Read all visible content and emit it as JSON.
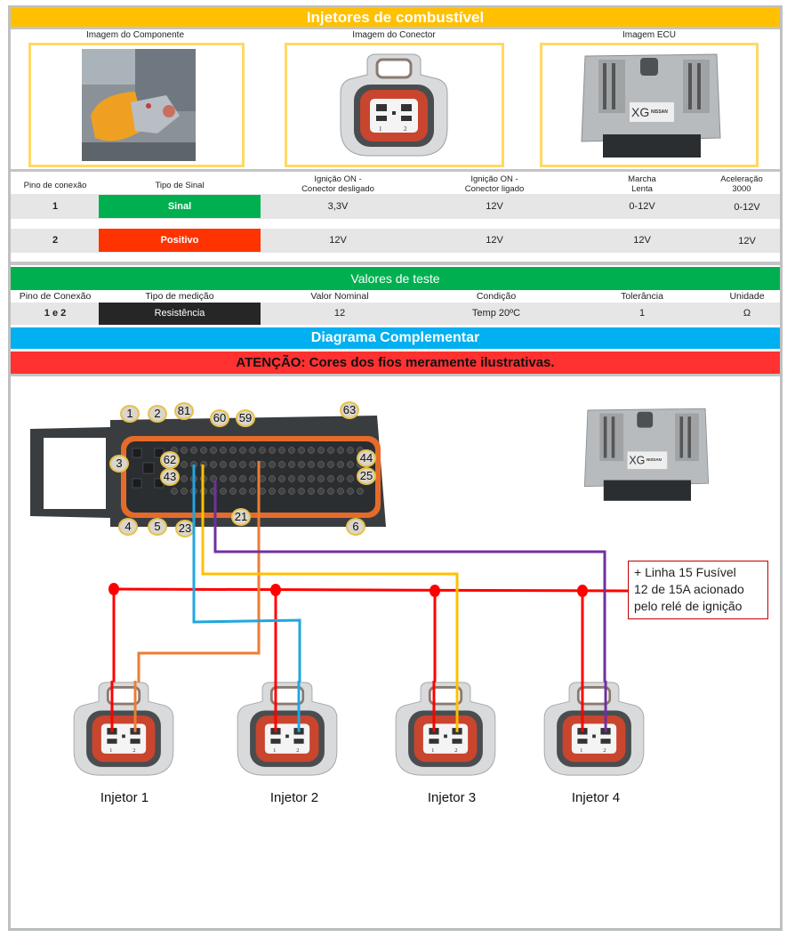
{
  "header": {
    "title": "Injetores de combustível",
    "image_labels": [
      "Imagem do Componente",
      "Imagem do Conector",
      "Imagem ECU"
    ]
  },
  "signal_table": {
    "columns": [
      "Pino de conexão",
      "Tipo de Sinal",
      "Ignição ON -\nConector desligado",
      "Ignição ON -\nConector ligado",
      "Marcha\nLenta",
      "Aceleração\n3000"
    ],
    "rows": [
      {
        "pin": "1",
        "type": "Sinal",
        "type_color": "#00b050",
        "ign_off": "3,3V",
        "ign_on": "12V",
        "idle": "0-12V",
        "accel": "0-12V"
      },
      {
        "pin": "2",
        "type": "Positivo",
        "type_color": "#ff3300",
        "ign_off": "12V",
        "ign_on": "12V",
        "idle": "12V",
        "accel": "12V"
      }
    ]
  },
  "test_values": {
    "title": "Valores de teste",
    "columns": [
      "Pino de Conexão",
      "Tipo de medição",
      "Valor Nominal",
      "Condição",
      "Tolerância",
      "Unidade"
    ],
    "row": {
      "pin": "1 e 2",
      "type": "Resistência",
      "nominal": "12",
      "condition": "Temp 20ºC",
      "tolerance": "1",
      "unit": "Ω"
    }
  },
  "diagram": {
    "title": "Diagrama Complementar",
    "warning": "ATENÇÃO: Cores dos fios meramente ilustrativas.",
    "connector_pins": [
      "1",
      "2",
      "81",
      "60",
      "59",
      "63",
      "3",
      "62",
      "44",
      "43",
      "25",
      "4",
      "5",
      "23",
      "21",
      "6"
    ],
    "ecu_brand": "XG NISSAN",
    "power_note": [
      "+ Linha 15 Fusível",
      "12 de 15A acionado",
      "pelo relé de ignição"
    ],
    "injectors": [
      {
        "label": "Injetor 1",
        "signal_wire_color": "#ed7d31"
      },
      {
        "label": "Injetor 2",
        "signal_wire_color": "#1fa7e0"
      },
      {
        "label": "Injetor 3",
        "signal_wire_color": "#ffc000"
      },
      {
        "label": "Injetor 4",
        "signal_wire_color": "#7030a0"
      }
    ],
    "power_wire_color": "#ff0000",
    "pin_numbers": [
      "1",
      "2"
    ]
  }
}
